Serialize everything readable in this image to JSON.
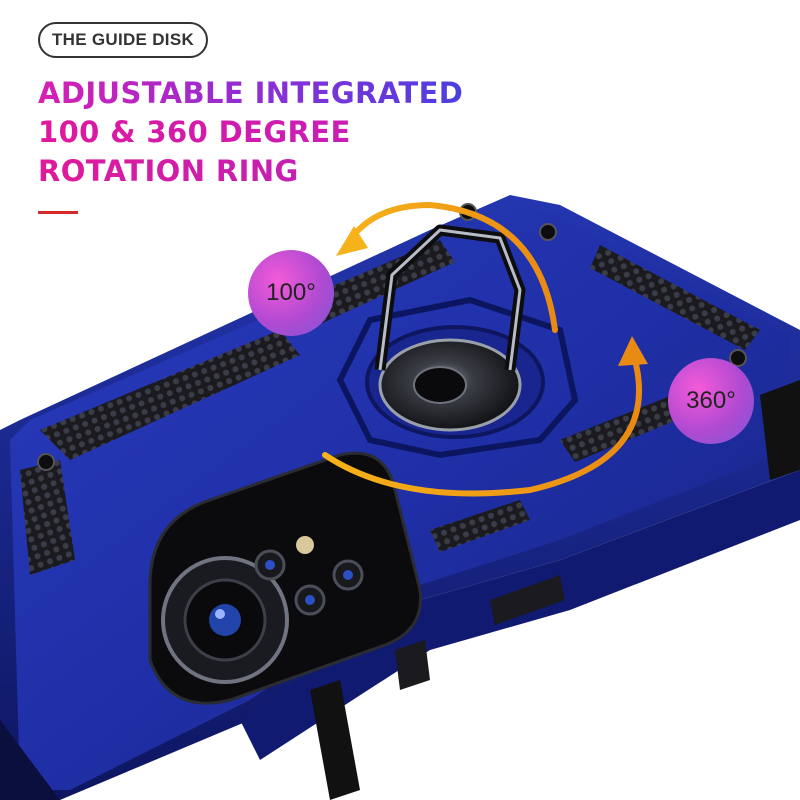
{
  "badge": {
    "label": "THE GUIDE DISK"
  },
  "headline": {
    "line1": "ADJUSTABLE INTEGRATED",
    "line2": "100 & 360 DEGREE",
    "line3": "ROTATION RING"
  },
  "rotation": {
    "ring_angle": "100°",
    "full_angle": "360°"
  },
  "colors": {
    "case_blue": "#1f2fa6",
    "arrow_orange": "#f0a01c",
    "accent_red": "#d62828",
    "heading_magenta": "#d81fb3",
    "heading_violet": "#4b3fe0"
  }
}
